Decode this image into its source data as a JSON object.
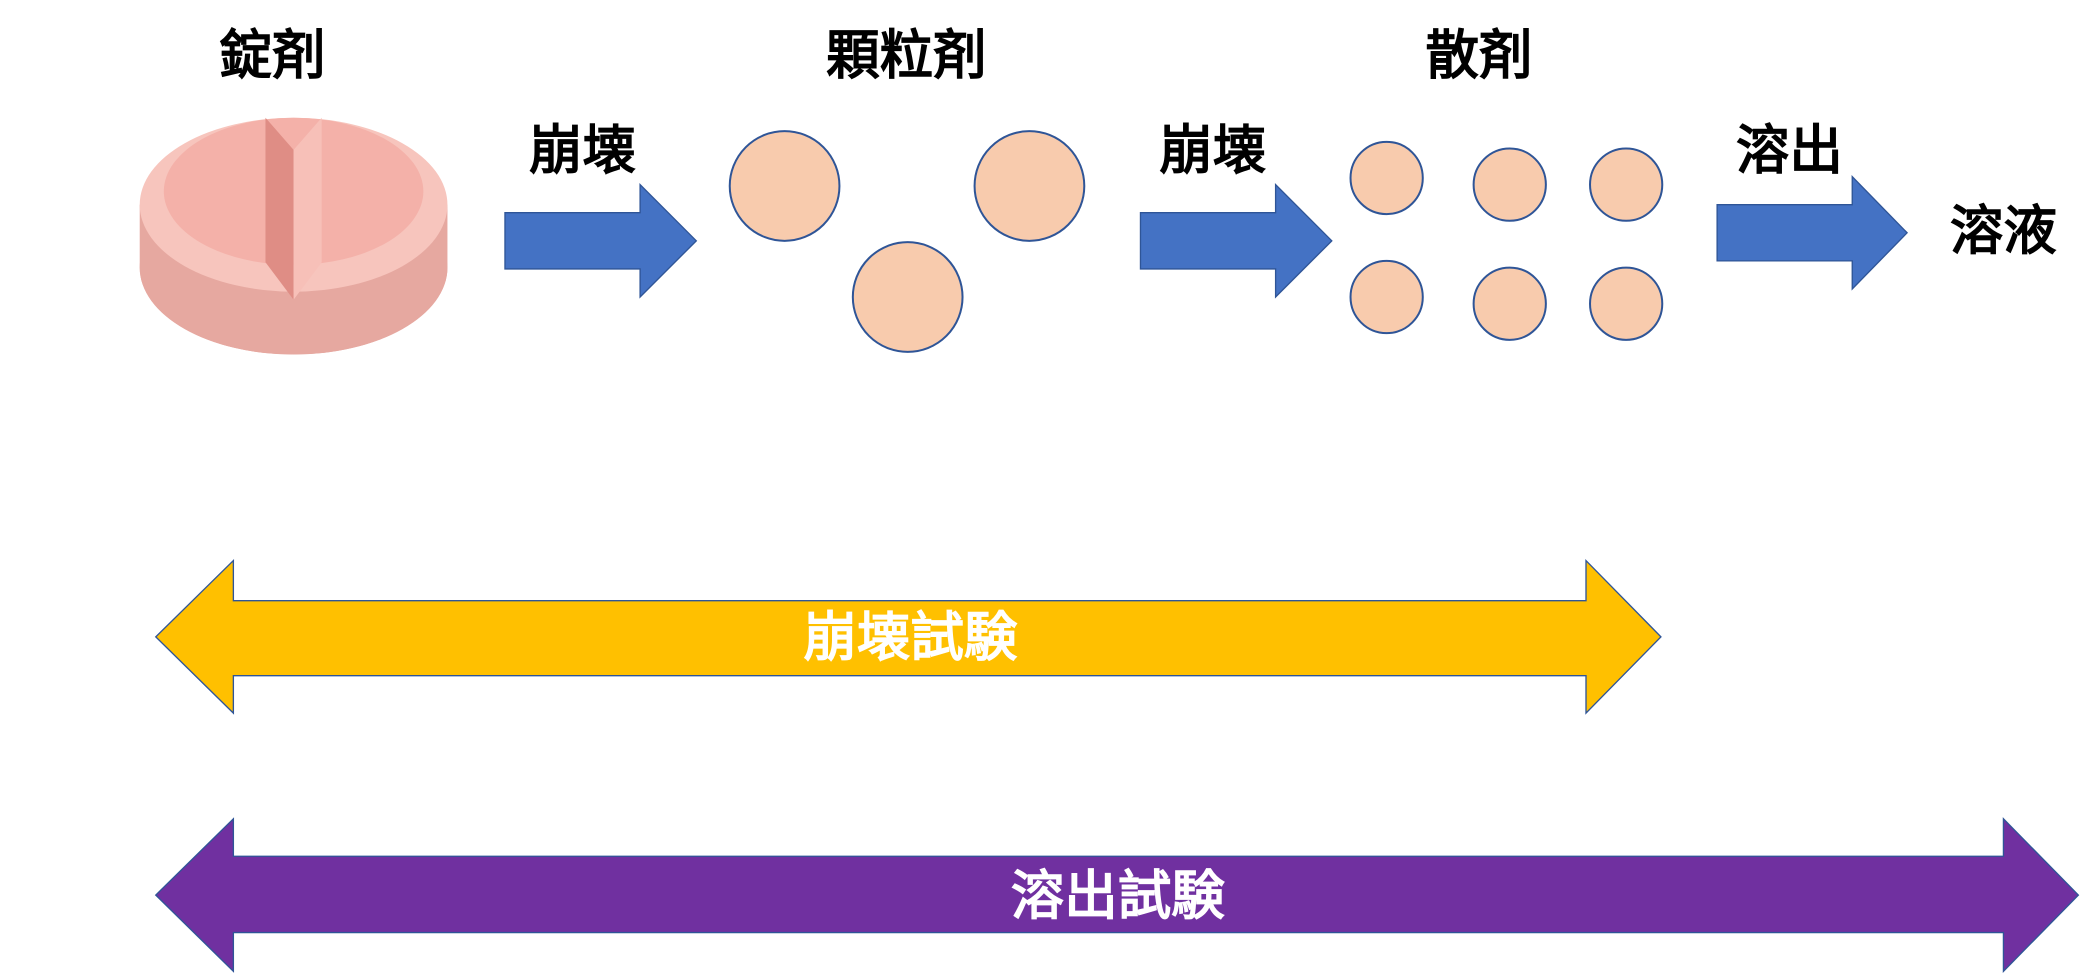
{
  "labels": {
    "tablet": "錠剤",
    "granules": "顆粒剤",
    "powder": "散剤",
    "disintegration_1": "崩壊",
    "disintegration_2": "崩壊",
    "dissolution": "溶出",
    "solution": "溶液"
  },
  "ranges": {
    "disintegration_test": "崩壊試験",
    "dissolution_test": "溶出試験"
  },
  "colors": {
    "step_arrow": "#4472C4",
    "disintegration_test": "#FFC000",
    "dissolution_test": "#7030A0",
    "particle_fill": "#F8CBAD",
    "particle_stroke": "#2F5597",
    "tablet": "#E6A8A0"
  }
}
